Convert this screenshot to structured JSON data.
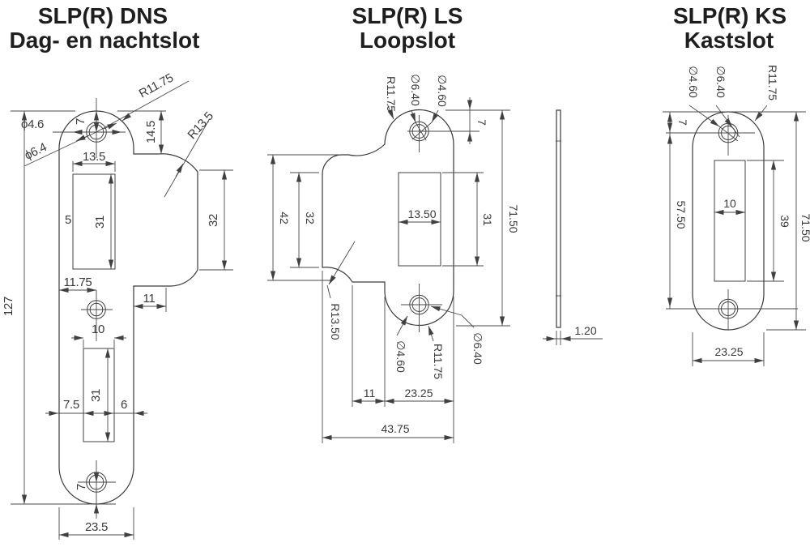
{
  "drawing_type": "technical drawing - lock strike plates",
  "colors": {
    "line": "#404040",
    "text": "#3a3a3a",
    "title": "#1e1e1e",
    "background": "#ffffff"
  },
  "plates": {
    "dns": {
      "title": "SLP(R) DNS",
      "subtitle": "Dag- en nachtslot",
      "dims": {
        "dia_inner": "ϕ4.6",
        "dia_outer": "ϕ6.4",
        "radius_top": "R11.75",
        "hole_top_offset": "7",
        "step_height": "14.5",
        "radius_lip": "R13.5",
        "slot_top_width": "13.5",
        "slot_top_left": "5",
        "slot_top_height": "31",
        "lip_height": "32",
        "hole_mid_offset": "11.75",
        "lip_step": "11",
        "slot_bottom_width": "10",
        "total_height": "127",
        "slot_bottom_left": "7.5",
        "slot_bottom_height": "31",
        "slot_bottom_right": "6",
        "hole_bottom_offset": "7",
        "plate_width": "23.5"
      }
    },
    "ls": {
      "title": "SLP(R) LS",
      "subtitle": "Loopslot",
      "dims": {
        "radius_top": "R11.75",
        "dia_outer_top": "∅6.40",
        "dia_inner_top": "∅4.60",
        "hole_top_offset": "7",
        "lip_outer_height": "42",
        "lip_height": "32",
        "slot_width": "13.50",
        "slot_height": "31",
        "total_height": "71.50",
        "radius_lip": "R13.50",
        "dia_inner_bottom": "∅4.60",
        "radius_bottom": "R11.75",
        "dia_outer_bottom": "∅6.40",
        "lip_step": "11",
        "plate_width": "23.25",
        "total_width": "43.75"
      }
    },
    "ks": {
      "title": "SLP(R) KS",
      "subtitle": "Kastslot",
      "dims": {
        "dia_inner": "∅4.60",
        "dia_outer": "∅6.40",
        "radius_top": "R11.75",
        "hole_top_offset": "7",
        "hole_spacing": "57.50",
        "slot_width": "10",
        "slot_height": "39",
        "total_height": "71.50",
        "plate_width": "23.25"
      }
    }
  },
  "side_view": {
    "thickness": "1.20"
  }
}
